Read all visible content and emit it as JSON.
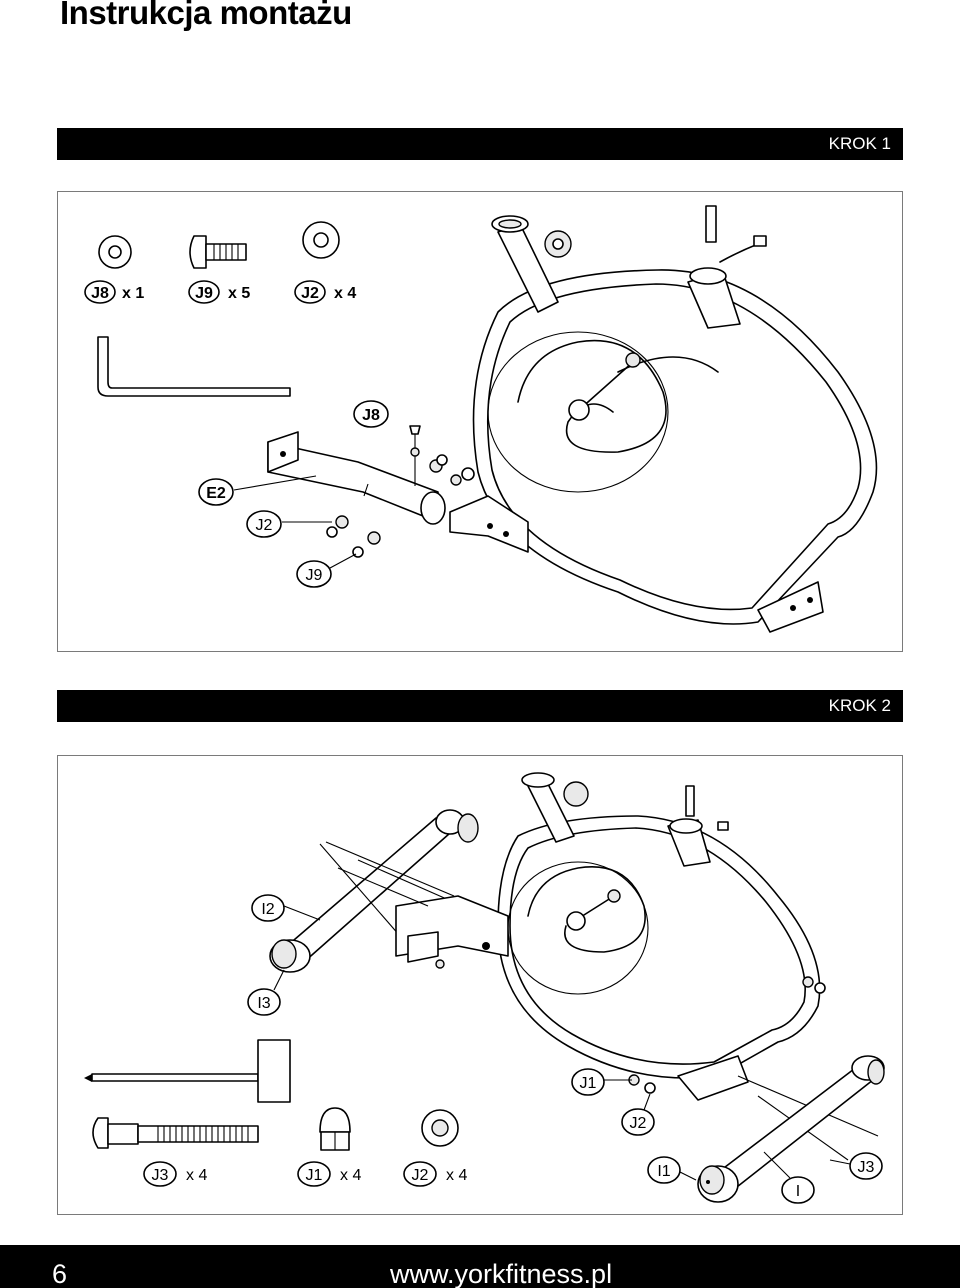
{
  "page": {
    "title": "Instrukcja montażu",
    "page_number": "6",
    "website": "www.yorkfitness.pl"
  },
  "step1": {
    "header": "KROK 1",
    "parts": [
      {
        "code": "J8",
        "qty": "x 1"
      },
      {
        "code": "J9",
        "qty": "x 5"
      },
      {
        "code": "J2",
        "qty": "x 4"
      }
    ],
    "callouts": [
      "J8",
      "E2",
      "J2",
      "J9"
    ]
  },
  "step2": {
    "header": "KROK 2",
    "parts": [
      {
        "code": "J3",
        "qty": "x 4"
      },
      {
        "code": "J1",
        "qty": "x 4"
      },
      {
        "code": "J2",
        "qty": "x 4"
      }
    ],
    "callouts": [
      "I2",
      "I3",
      "J1",
      "J2",
      "I1",
      "I",
      "J3"
    ]
  }
}
